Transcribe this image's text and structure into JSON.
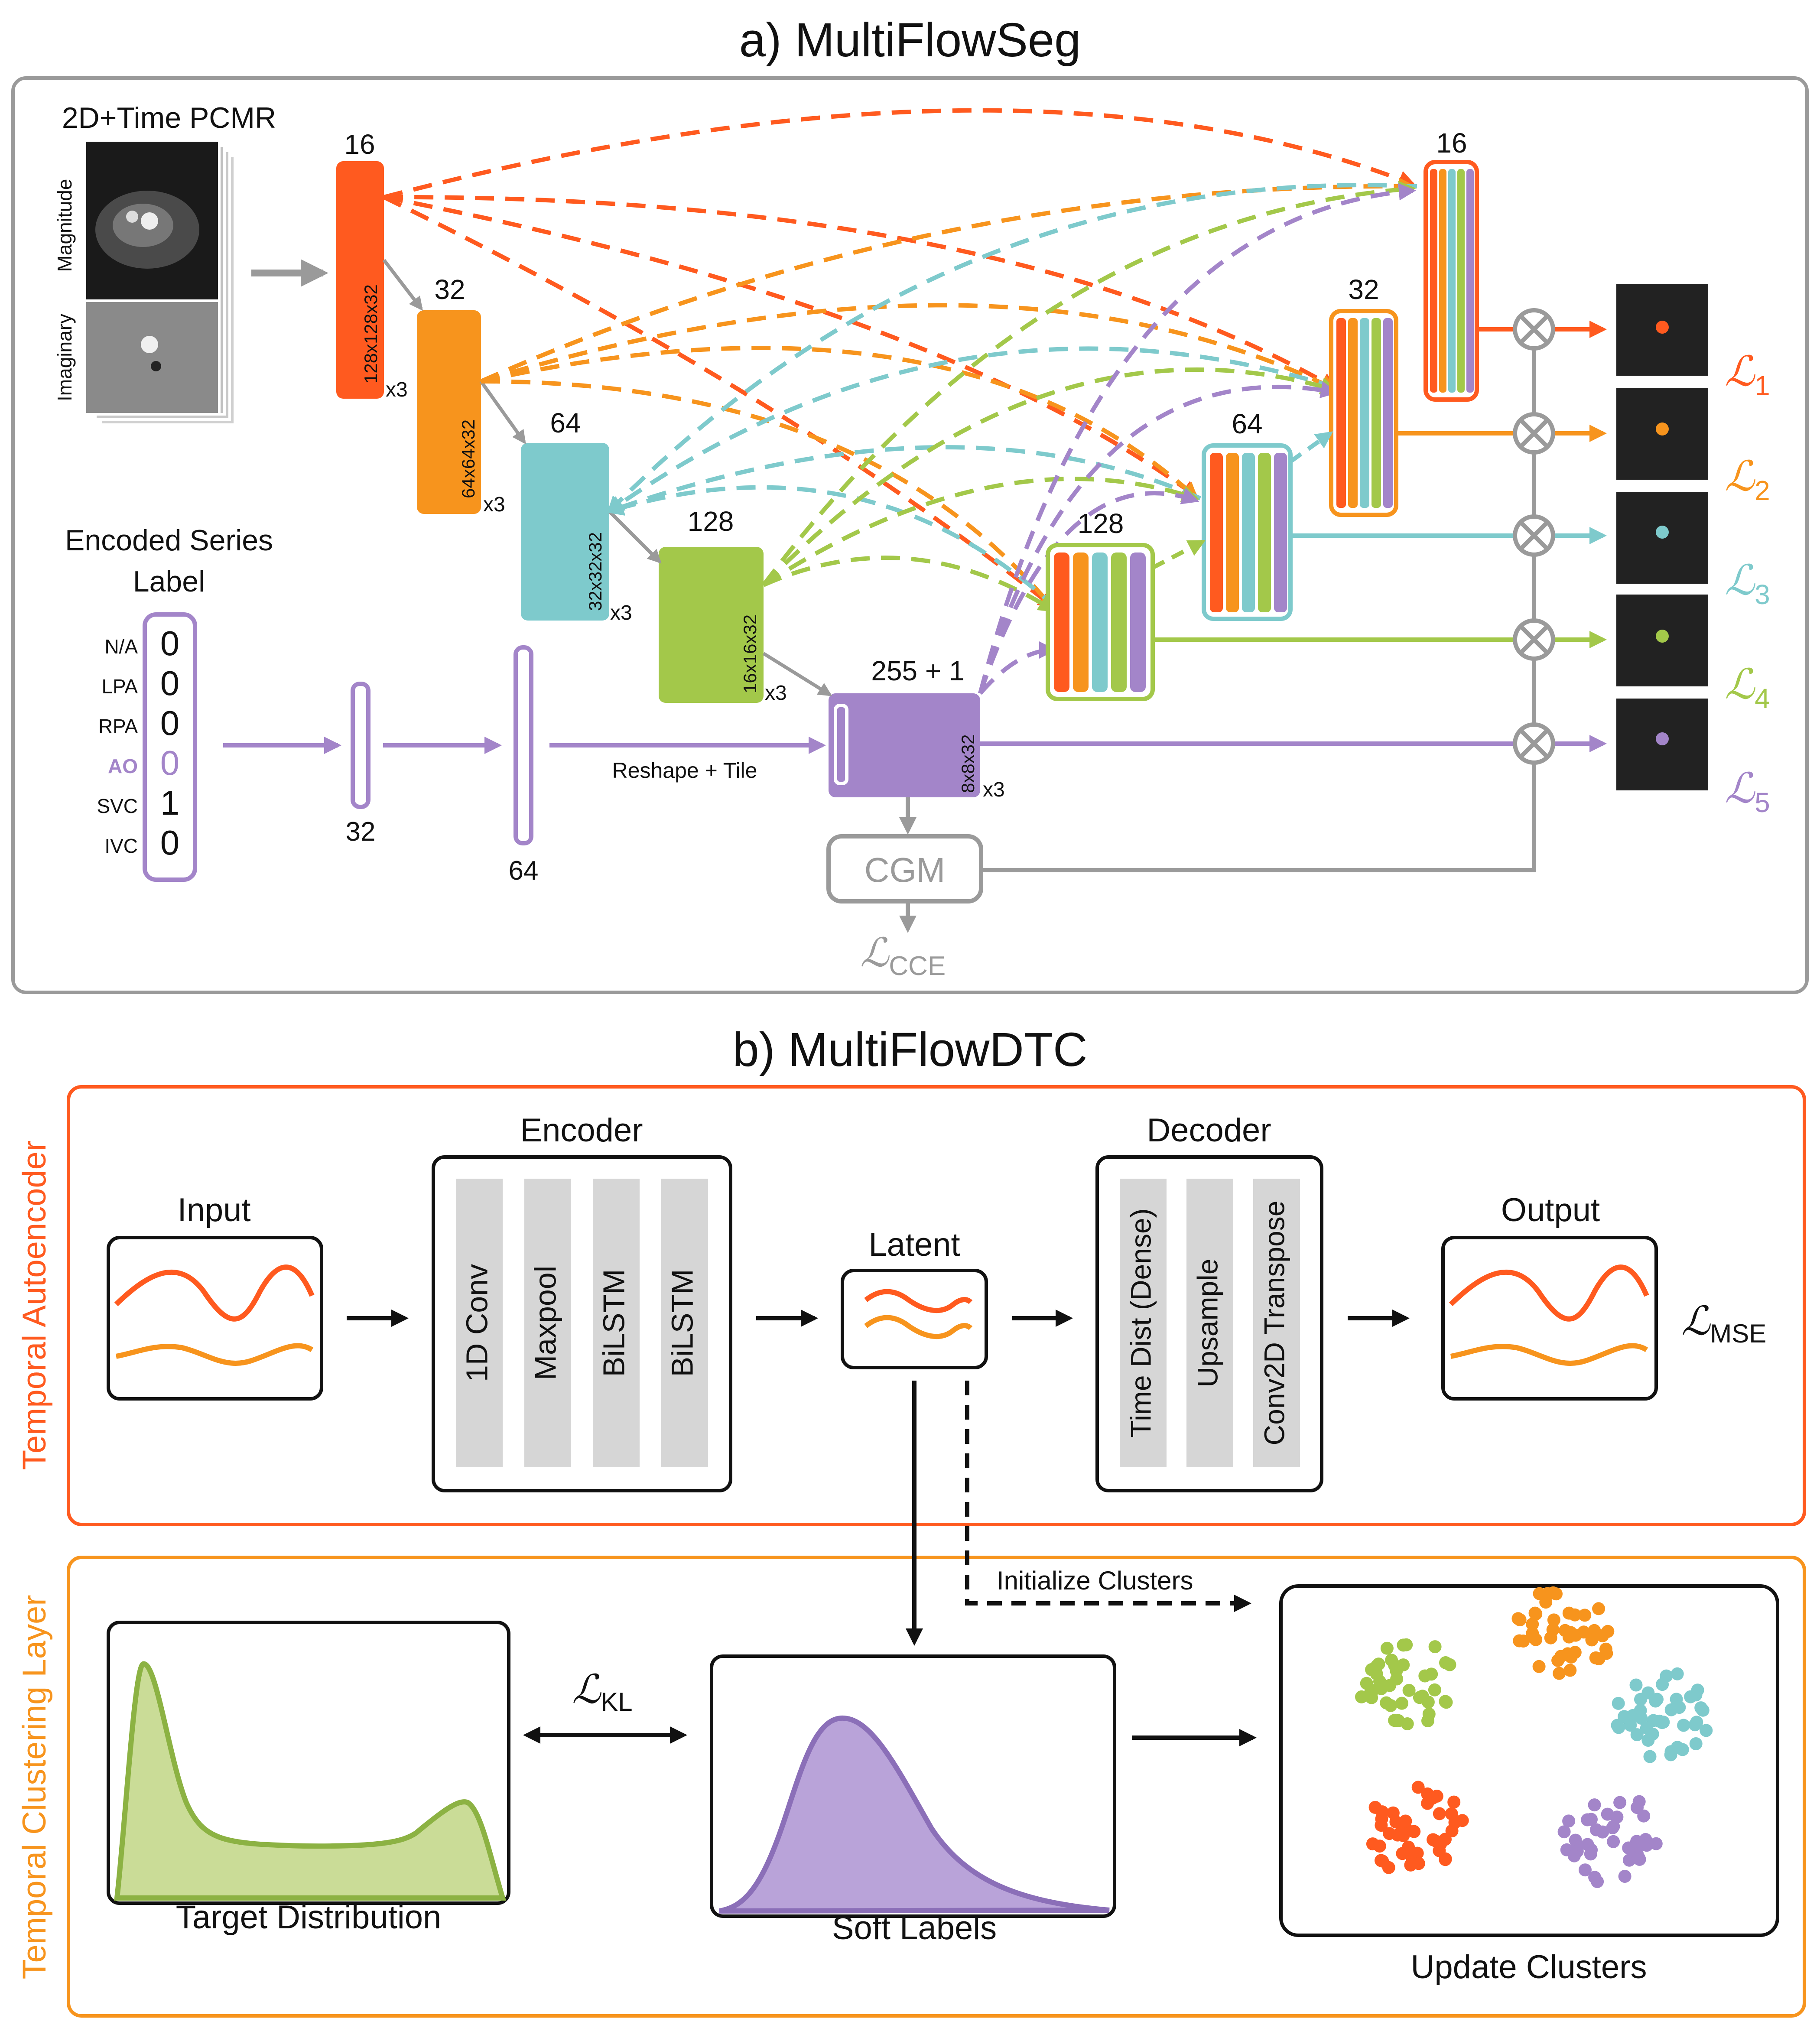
{
  "partA": {
    "title": "a) MultiFlowSeg",
    "input_label": "2D+Time PCMR",
    "magnitude_label": "Magnitude",
    "imaginary_label": "Imaginary",
    "encoder": [
      {
        "channels": "16",
        "dims": "128x128x32",
        "repeat": "x3"
      },
      {
        "channels": "32",
        "dims": "64x64x32",
        "repeat": "x3"
      },
      {
        "channels": "64",
        "dims": "32x32x32",
        "repeat": "x3"
      },
      {
        "channels": "128",
        "dims": "16x16x32",
        "repeat": "x3"
      },
      {
        "channels": "255 + 1",
        "dims": "8x8x32",
        "repeat": "x3"
      }
    ],
    "decoder": [
      "128",
      "64",
      "32",
      "16"
    ],
    "series_label_title": "Encoded Series Label",
    "series": [
      {
        "name": "N/A",
        "value": "0"
      },
      {
        "name": "LPA",
        "value": "0"
      },
      {
        "name": "RPA",
        "value": "0"
      },
      {
        "name": "AO",
        "value": "0"
      },
      {
        "name": "SVC",
        "value": "1"
      },
      {
        "name": "IVC",
        "value": "0"
      }
    ],
    "dense_units": [
      "32",
      "64"
    ],
    "reshape_label": "Reshape + Tile",
    "cgm_label": "CGM",
    "cce_loss": {
      "symbol": "ℒ",
      "sub": "CCE"
    },
    "losses": [
      {
        "symbol": "ℒ",
        "sub": "1"
      },
      {
        "symbol": "ℒ",
        "sub": "2"
      },
      {
        "symbol": "ℒ",
        "sub": "3"
      },
      {
        "symbol": "ℒ",
        "sub": "4"
      },
      {
        "symbol": "ℒ",
        "sub": "5"
      }
    ],
    "colors": {
      "c1": "#ff5a1f",
      "c2": "#f7941d",
      "c3": "#7ecacc",
      "c4": "#a3c84a",
      "c5": "#a385c9",
      "gray": "#9a9a9a"
    }
  },
  "partB": {
    "title": "b) MultiFlowDTC",
    "autoencoder_label": "Temporal Autoencoder",
    "clustering_label": "Temporal Clustering Layer",
    "input_label": "Input",
    "encoder_label": "Encoder",
    "encoder_layers": [
      "1D Conv",
      "Maxpool",
      "BiLSTM",
      "BiLSTM"
    ],
    "latent_label": "Latent",
    "decoder_label": "Decoder",
    "decoder_layers": [
      "Time Dist (Dense)",
      "Upsample",
      "Conv2D Transpose"
    ],
    "output_label": "Output",
    "mse_loss": {
      "symbol": "ℒ",
      "sub": "MSE"
    },
    "kl_loss": {
      "symbol": "ℒ",
      "sub": "KL"
    },
    "init_clusters_label": "Initialize Clusters",
    "target_label": "Target Distribution",
    "soft_label": "Soft Labels",
    "update_label": "Update Clusters"
  }
}
